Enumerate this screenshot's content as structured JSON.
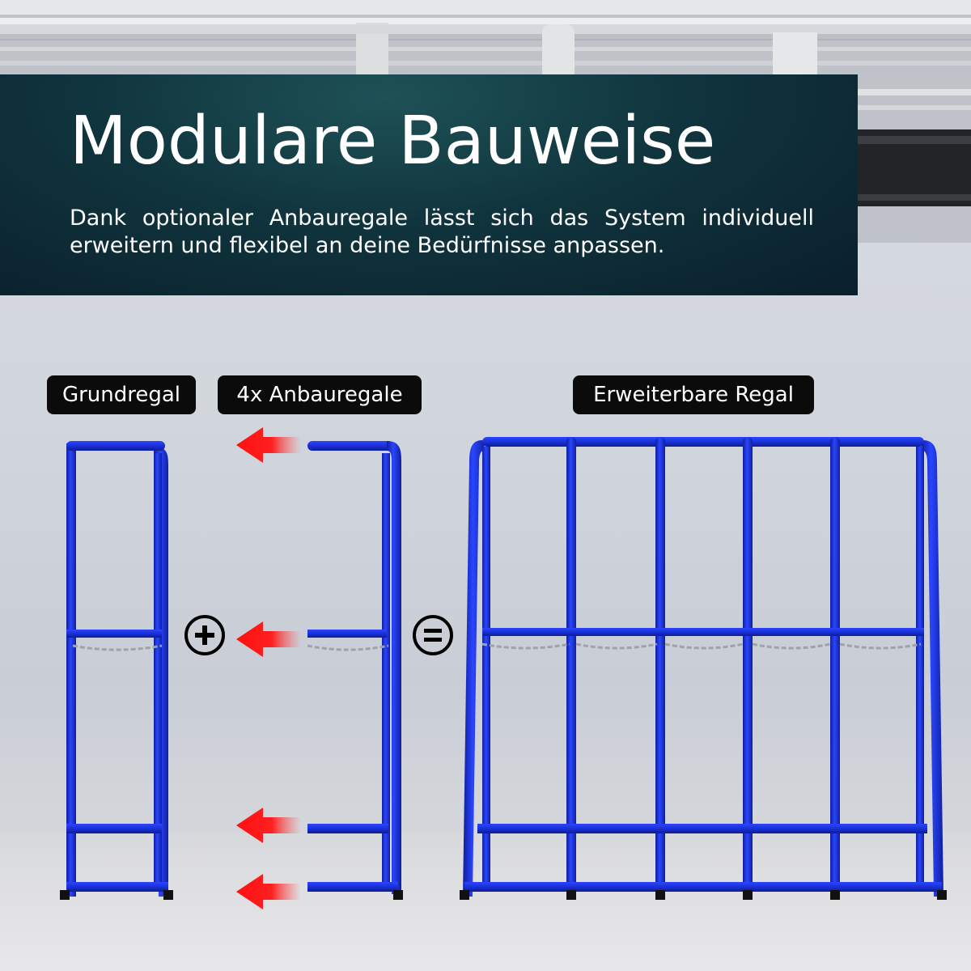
{
  "headline": "Modulare Bauweise",
  "subtext": "Dank optionaler Anbauregale lässt sich das System individuell erweitern und flexibel an deine Bedürfnisse anpassen.",
  "labels": {
    "base": "Grundregal",
    "addons": "4x Anbauregale",
    "result": "Erweiterbare Regal"
  },
  "operators": {
    "plus": "plus-icon",
    "equals": "equals-icon",
    "arrow": "arrow-left-icon"
  },
  "colors": {
    "banner": "#0f3540",
    "rack_blue": "#1a2fd0",
    "label_bg": "#0b0b0b",
    "arrow_red": "#ff1a1a"
  }
}
